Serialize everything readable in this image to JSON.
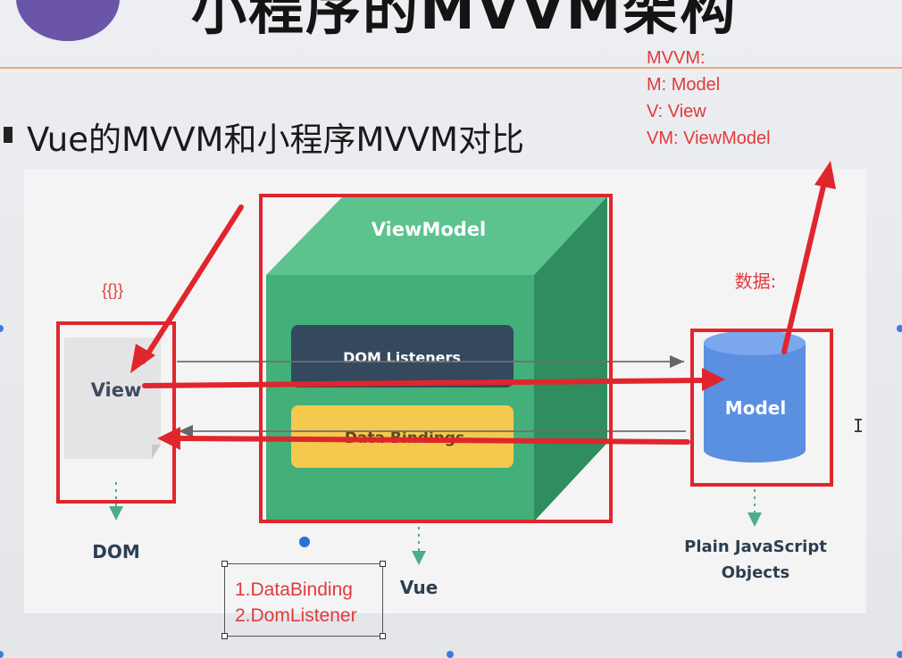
{
  "slide": {
    "title": "小程序的MVVM架构",
    "subtitle": "Vue的MVVM和小程序MVVM对比"
  },
  "annotation_mvvm": {
    "lines": [
      "MVVM:",
      "M: Model",
      "V: View",
      "VM: ViewModel"
    ]
  },
  "diagram": {
    "view_label": "View",
    "view_annotation": "{{}}",
    "dom_label": "DOM",
    "viewmodel_label": "ViewModel",
    "dom_listeners_label": "DOM Listeners",
    "data_bindings_label": "Data Bindings",
    "vue_label": "Vue",
    "model_label": "Model",
    "model_annotation": "数据:",
    "plain_js_line1": "Plain JavaScript",
    "plain_js_line2": "Objects"
  },
  "annotation_notes": {
    "lines": [
      "1.DataBinding",
      "2.DomListener"
    ]
  },
  "colors": {
    "annotation_red": "#e23a3a",
    "cube_front": "#43b07a",
    "cube_top": "#5cc28e",
    "cube_side": "#2f8d5f",
    "dom_listeners_fill": "#34495e",
    "data_bindings_fill": "#f4c94e",
    "model_fill": "#5b8fe0",
    "accent_title_rule": "#efa67a"
  }
}
